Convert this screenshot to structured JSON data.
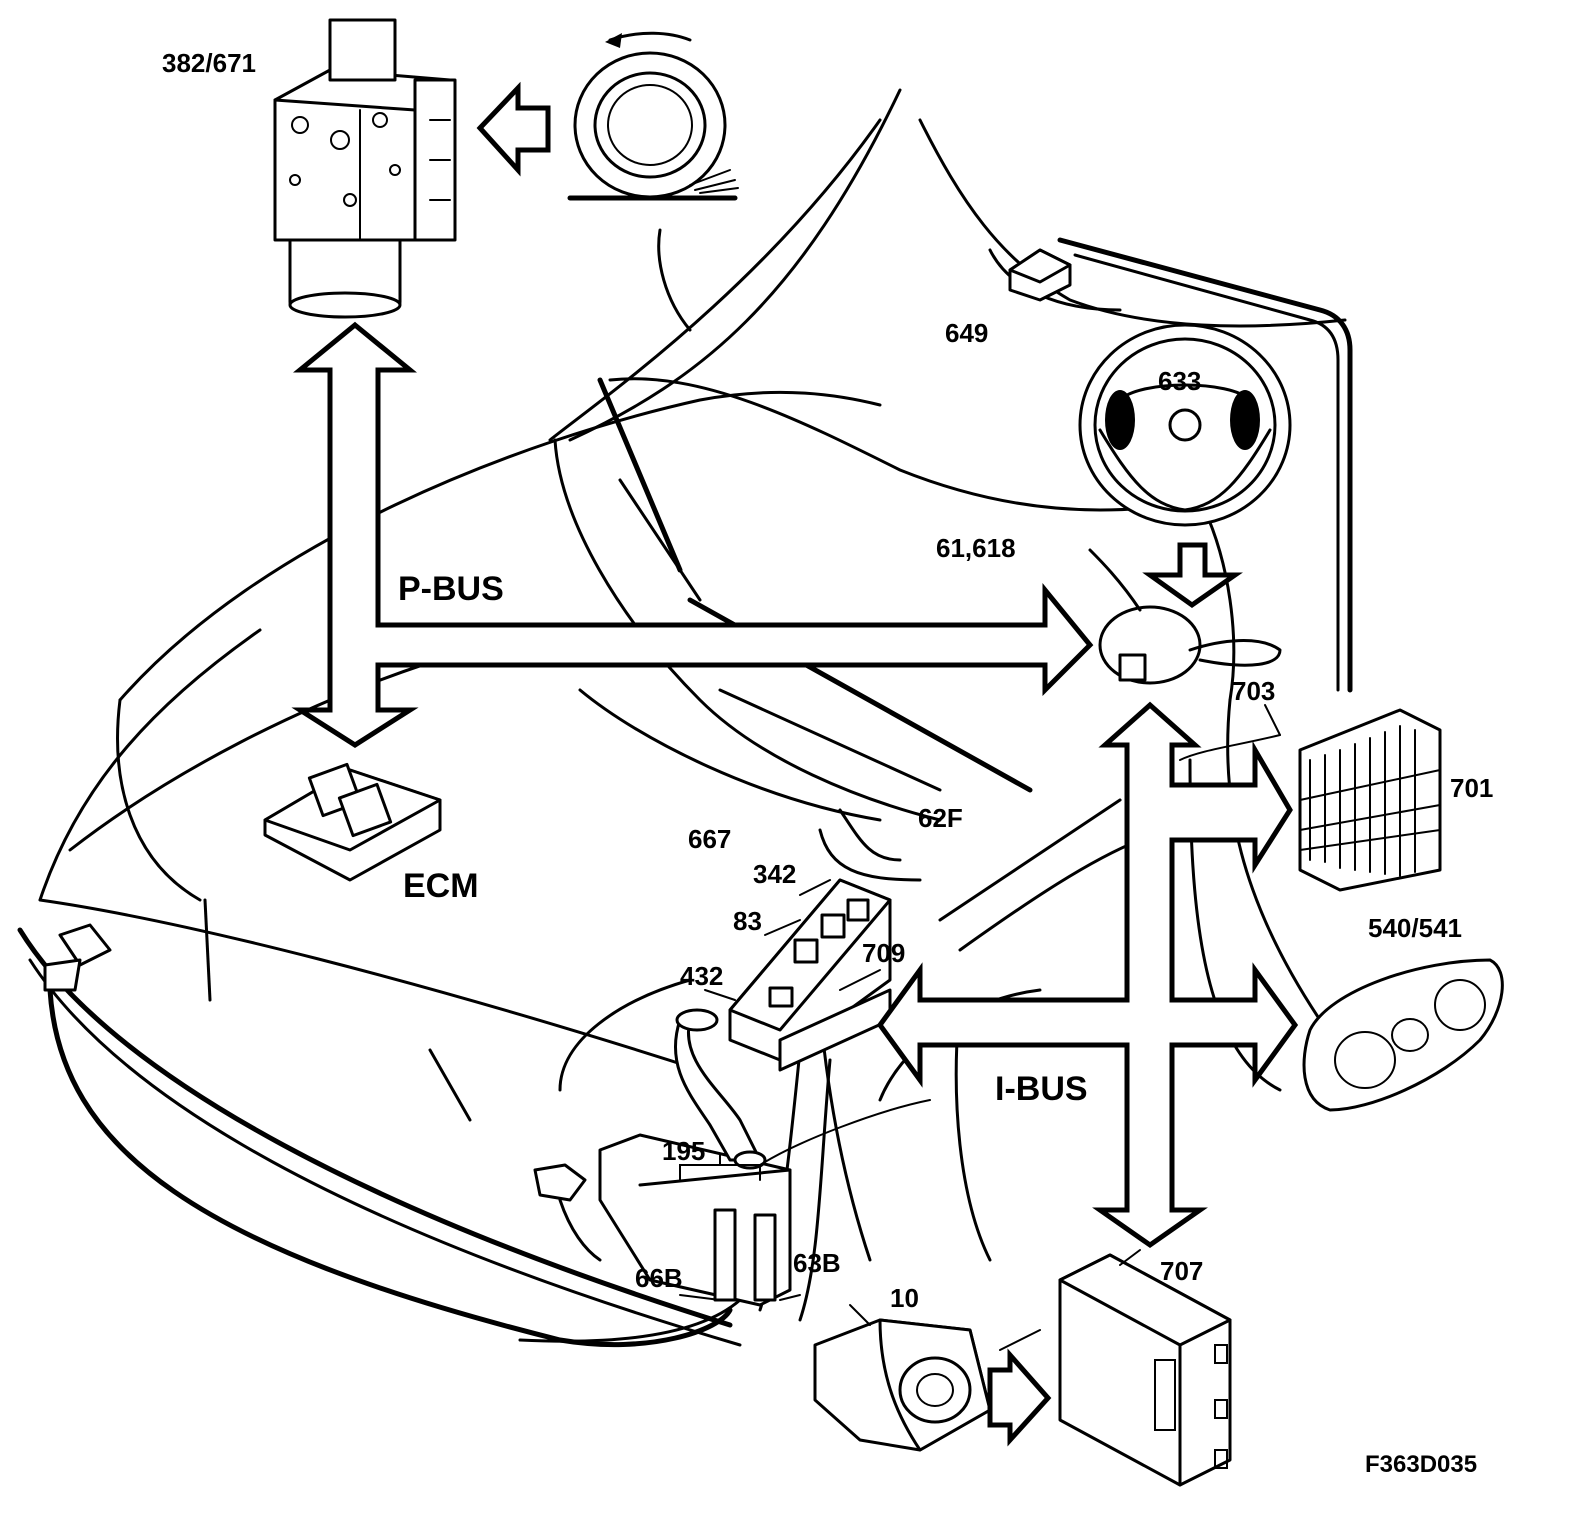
{
  "diagram": {
    "reference": "F363D035",
    "buses": {
      "p_bus": "P-BUS",
      "i_bus": "I-BUS"
    },
    "labels": {
      "abs_unit": "382/671",
      "ecm": "ECM",
      "steering_wheel": "633",
      "sensor_649": "649",
      "steering_switch": "61,618",
      "label_703": "703",
      "fuse_box": "701",
      "instrument_cluster": "540/541",
      "unit_707": "707",
      "light_switch": "10",
      "label_62f": "62F",
      "label_667": "667",
      "label_342": "342",
      "label_83": "83",
      "label_709": "709",
      "label_432": "432",
      "label_195": "195",
      "label_66b": "66B",
      "label_63b": "63B"
    }
  }
}
